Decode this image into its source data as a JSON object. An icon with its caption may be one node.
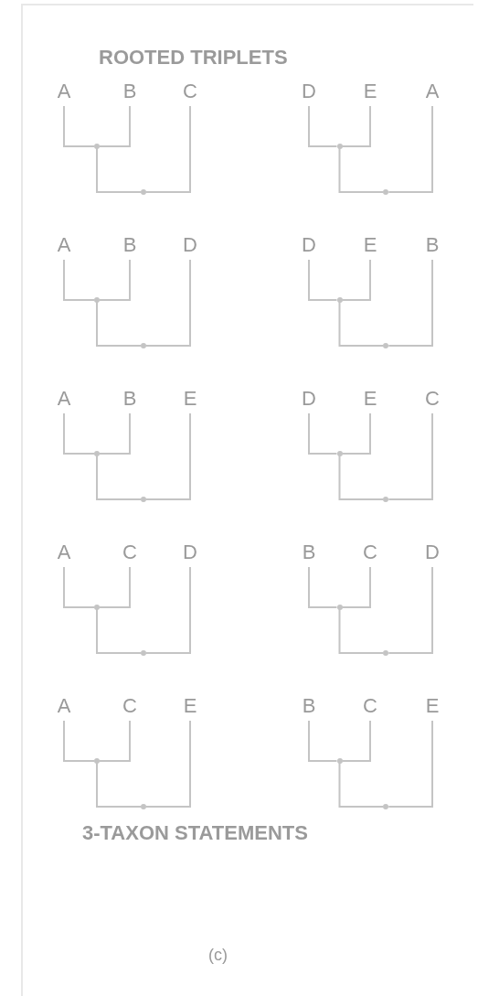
{
  "diagram": {
    "title": "ROOTED TRIPLETS",
    "caption": "(c)",
    "labels": [
      "3-TAXON STATEMENTS"
    ],
    "nodes": [
      {
        "text": [
          "A"
        ]
      },
      {
        "text": [
          "B"
        ]
      },
      {
        "text": [
          "C"
        ]
      },
      {
        "text": [],
        "shape": "point"
      },
      {
        "text": [],
        "shape": "point"
      },
      {
        "text": [
          "D"
        ]
      },
      {
        "text": [
          "E"
        ]
      },
      {
        "text": [
          "A"
        ]
      },
      {
        "text": [],
        "shape": "point"
      },
      {
        "text": [],
        "shape": "point"
      },
      {
        "text": [
          "A"
        ]
      },
      {
        "text": [
          "B"
        ]
      },
      {
        "text": [
          "D"
        ]
      },
      {
        "text": [],
        "shape": "point"
      },
      {
        "text": [],
        "shape": "point"
      },
      {
        "text": [
          "D"
        ]
      },
      {
        "text": [
          "E"
        ]
      },
      {
        "text": [
          "B"
        ]
      },
      {
        "text": [],
        "shape": "point"
      },
      {
        "text": [],
        "shape": "point"
      },
      {
        "text": [
          "A"
        ]
      },
      {
        "text": [
          "B"
        ]
      },
      {
        "text": [
          "E"
        ]
      },
      {
        "text": [],
        "shape": "point"
      },
      {
        "text": [],
        "shape": "point"
      },
      {
        "text": [
          "D"
        ]
      },
      {
        "text": [
          "E"
        ]
      },
      {
        "text": [
          "C"
        ]
      },
      {
        "text": [],
        "shape": "point"
      },
      {
        "text": [],
        "shape": "point"
      },
      {
        "text": [
          "A"
        ]
      },
      {
        "text": [
          "C"
        ]
      },
      {
        "text": [
          "D"
        ]
      },
      {
        "text": [],
        "shape": "point"
      },
      {
        "text": [],
        "shape": "point"
      },
      {
        "text": [
          "B"
        ]
      },
      {
        "text": [
          "C"
        ]
      },
      {
        "text": [
          "D"
        ]
      },
      {
        "text": [],
        "shape": "point"
      },
      {
        "text": [],
        "shape": "point"
      },
      {
        "text": [
          "A"
        ]
      },
      {
        "text": [
          "C"
        ]
      },
      {
        "text": [
          "E"
        ]
      },
      {
        "text": [],
        "shape": "point"
      },
      {
        "text": [],
        "shape": "point"
      },
      {
        "text": [
          "B"
        ]
      },
      {
        "text": [
          "C"
        ]
      },
      {
        "text": [
          "E"
        ]
      },
      {
        "text": [],
        "shape": "point"
      },
      {
        "text": [],
        "shape": "point"
      }
    ],
    "edges": [
      {
        "from": 0,
        "to": 3,
        "arrow": "none"
      },
      {
        "from": 1,
        "to": 3,
        "arrow": "none"
      },
      {
        "from": 3,
        "to": 4,
        "arrow": "none"
      },
      {
        "from": 2,
        "to": 4,
        "arrow": "none"
      },
      {
        "from": 5,
        "to": 8,
        "arrow": "none"
      },
      {
        "from": 6,
        "to": 8,
        "arrow": "none"
      },
      {
        "from": 8,
        "to": 9,
        "arrow": "none"
      },
      {
        "from": 7,
        "to": 9,
        "arrow": "none"
      },
      {
        "from": 10,
        "to": 13,
        "arrow": "none"
      },
      {
        "from": 11,
        "to": 13,
        "arrow": "none"
      },
      {
        "from": 13,
        "to": 14,
        "arrow": "none"
      },
      {
        "from": 12,
        "to": 14,
        "arrow": "none"
      },
      {
        "from": 15,
        "to": 18,
        "arrow": "none"
      },
      {
        "from": 16,
        "to": 18,
        "arrow": "none"
      },
      {
        "from": 18,
        "to": 19,
        "arrow": "none"
      },
      {
        "from": 17,
        "to": 19,
        "arrow": "none"
      },
      {
        "from": 20,
        "to": 23,
        "arrow": "none"
      },
      {
        "from": 21,
        "to": 23,
        "arrow": "none"
      },
      {
        "from": 23,
        "to": 24,
        "arrow": "none"
      },
      {
        "from": 22,
        "to": 24,
        "arrow": "none"
      },
      {
        "from": 25,
        "to": 28,
        "arrow": "none"
      },
      {
        "from": 26,
        "to": 28,
        "arrow": "none"
      },
      {
        "from": 28,
        "to": 29,
        "arrow": "none"
      },
      {
        "from": 27,
        "to": 29,
        "arrow": "none"
      },
      {
        "from": 30,
        "to": 33,
        "arrow": "none"
      },
      {
        "from": 31,
        "to": 33,
        "arrow": "none"
      },
      {
        "from": 33,
        "to": 34,
        "arrow": "none"
      },
      {
        "from": 32,
        "to": 34,
        "arrow": "none"
      },
      {
        "from": 35,
        "to": 38,
        "arrow": "none"
      },
      {
        "from": 36,
        "to": 38,
        "arrow": "none"
      },
      {
        "from": 38,
        "to": 39,
        "arrow": "none"
      },
      {
        "from": 37,
        "to": 39,
        "arrow": "none"
      },
      {
        "from": 40,
        "to": 43,
        "arrow": "none"
      },
      {
        "from": 41,
        "to": 43,
        "arrow": "none"
      },
      {
        "from": 43,
        "to": 44,
        "arrow": "none"
      },
      {
        "from": 42,
        "to": 44,
        "arrow": "none"
      },
      {
        "from": 45,
        "to": 48,
        "arrow": "none"
      },
      {
        "from": 46,
        "to": 48,
        "arrow": "none"
      },
      {
        "from": 48,
        "to": 49,
        "arrow": "none"
      },
      {
        "from": 47,
        "to": 49,
        "arrow": "none"
      }
    ]
  }
}
